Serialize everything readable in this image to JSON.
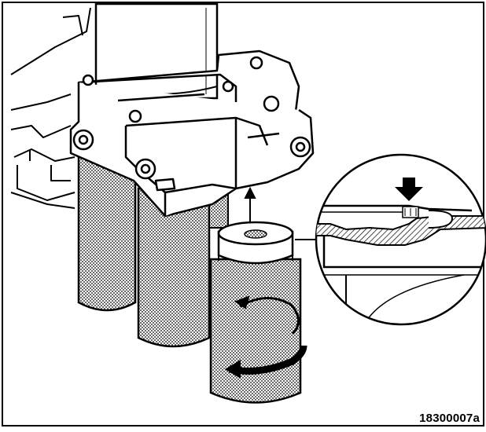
{
  "figure": {
    "reference_number": "18300007a",
    "colors": {
      "ink": "#000000",
      "paper": "#ffffff",
      "stipple": "#000000"
    },
    "icons": [
      "rotation-arrow",
      "down-arrow",
      "double-arrow"
    ]
  }
}
